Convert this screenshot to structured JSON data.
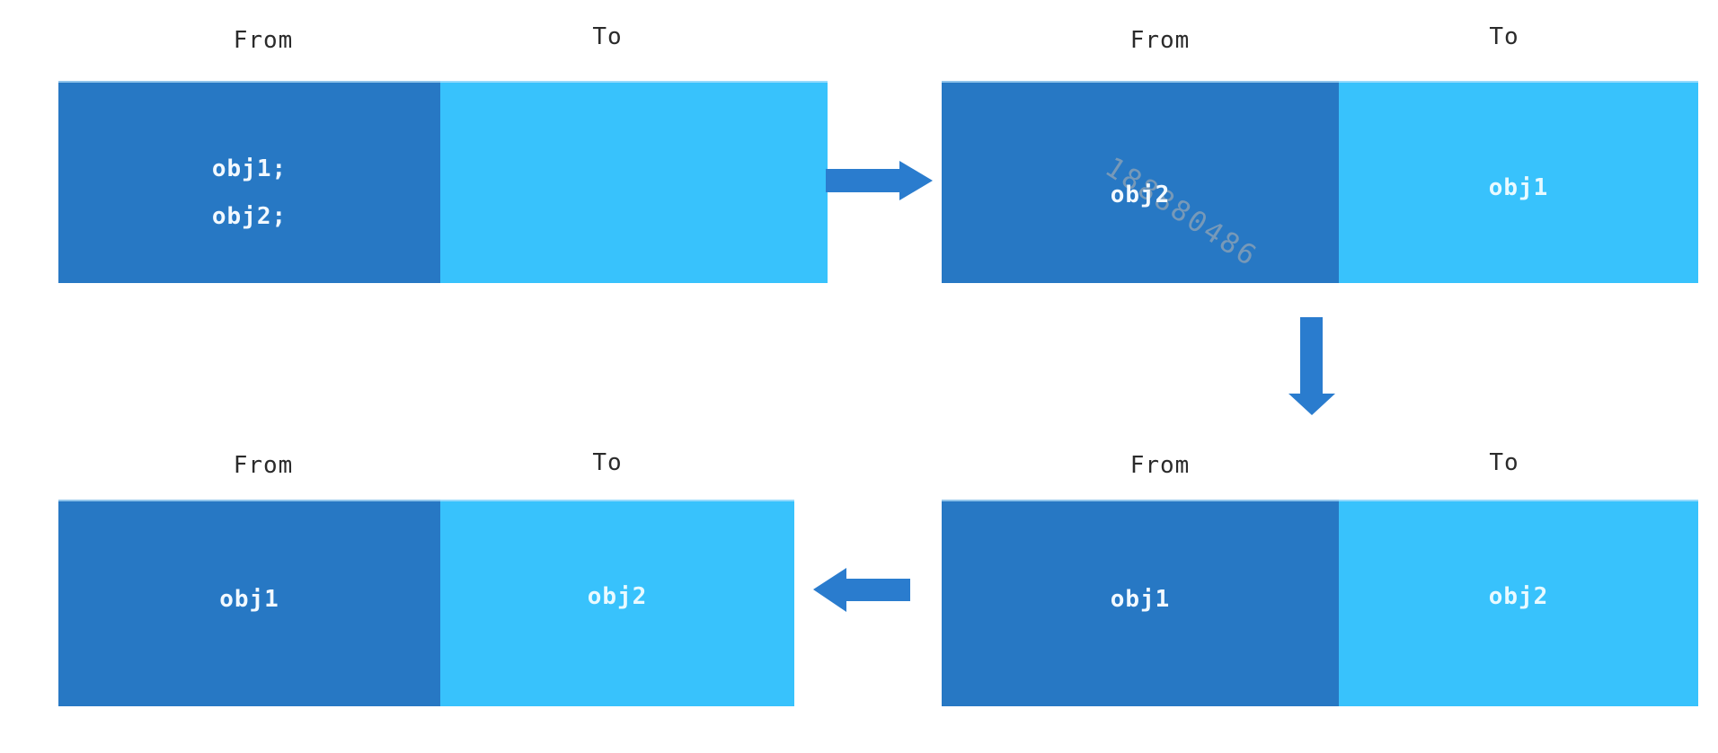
{
  "colors": {
    "background": "#FFFFFF",
    "from_box": "#2778C4",
    "to_box": "#38C2FC",
    "arrow": "#2A7CCE",
    "label": "#2B2B2B",
    "object_text": "#F2F9FF",
    "watermark": "#97A6B4"
  },
  "panels": [
    {
      "position": "top-left",
      "from_label": "From",
      "to_label": "To",
      "from_lines": [
        "obj1;",
        "obj2;"
      ],
      "to_lines": []
    },
    {
      "position": "top-right",
      "from_label": "From",
      "to_label": "To",
      "from_lines": [
        "obj2"
      ],
      "to_lines": [
        "obj1"
      ],
      "watermark": "188880486"
    },
    {
      "position": "bottom-left",
      "from_label": "From",
      "to_label": "To",
      "from_lines": [
        "obj1"
      ],
      "to_lines": [
        "obj2"
      ]
    },
    {
      "position": "bottom-right",
      "from_label": "From",
      "to_label": "To",
      "from_lines": [
        "obj1"
      ],
      "to_lines": [
        "obj2"
      ]
    }
  ],
  "arrows": [
    {
      "id": "right-arrow",
      "direction": "right"
    },
    {
      "id": "down-arrow",
      "direction": "down"
    },
    {
      "id": "left-arrow",
      "direction": "left"
    }
  ]
}
